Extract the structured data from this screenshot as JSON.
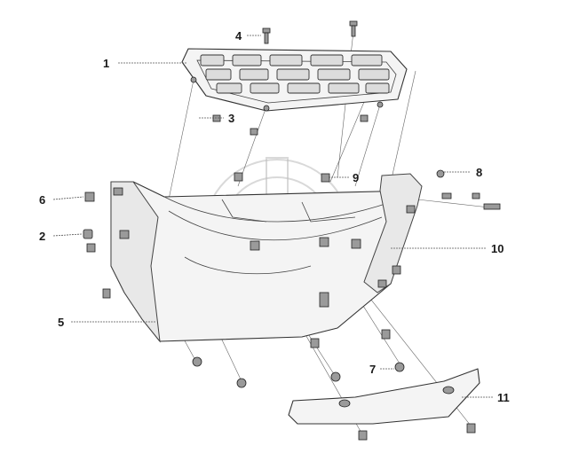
{
  "labels": [
    {
      "id": "p1",
      "text": "1"
    },
    {
      "id": "p2",
      "text": "2"
    },
    {
      "id": "p3",
      "text": "3"
    },
    {
      "id": "p4",
      "text": "4"
    },
    {
      "id": "p5",
      "text": "5"
    },
    {
      "id": "p6",
      "text": "6"
    },
    {
      "id": "p7",
      "text": "7"
    },
    {
      "id": "p8",
      "text": "8"
    },
    {
      "id": "p9",
      "text": "9"
    },
    {
      "id": "p10",
      "text": "10"
    },
    {
      "id": "p11",
      "text": "11"
    }
  ],
  "colors": {
    "line": "#333333",
    "fill": "#f4f4f4",
    "watermark": "#bfbfbf"
  }
}
